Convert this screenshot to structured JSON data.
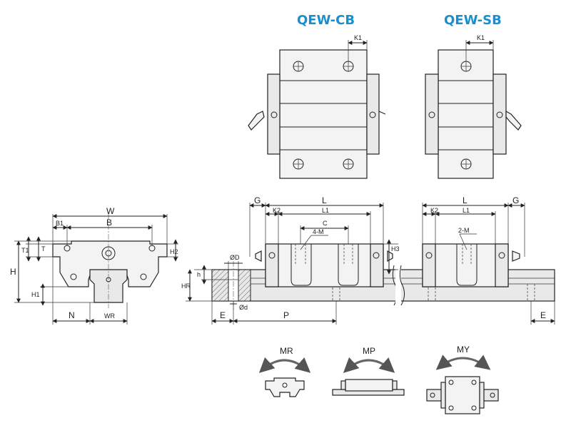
{
  "titles": {
    "cb": "QEW-CB",
    "sb": "QEW-SB"
  },
  "top_dims": {
    "k1_cb": "K1",
    "k1_sb": "K1"
  },
  "front_dims": {
    "w": "W",
    "b1": "B1",
    "b": "B",
    "t1": "T1",
    "t": "T",
    "h2": "H2",
    "h": "H",
    "h1": "H1",
    "n": "N",
    "wr": "WR"
  },
  "side_dims": {
    "g_left": "G",
    "l_left": "L",
    "k2_left": "K2",
    "l1_left": "L1",
    "c": "C",
    "m4": "4-M",
    "h3": "H3",
    "od": "ØD",
    "h": "h",
    "hr": "HR",
    "od_small": "Ød",
    "e_left": "E",
    "p": "P",
    "l_right": "L",
    "g_right": "G",
    "k2_right": "K2",
    "l1_right": "L1",
    "m2": "2-M",
    "e_right": "E"
  },
  "moments": {
    "mr": "MR",
    "mp": "MP",
    "my": "MY"
  },
  "colors": {
    "title_blue": "#1a8fd0",
    "line": "#222222",
    "fill": "#f3f3f3"
  }
}
